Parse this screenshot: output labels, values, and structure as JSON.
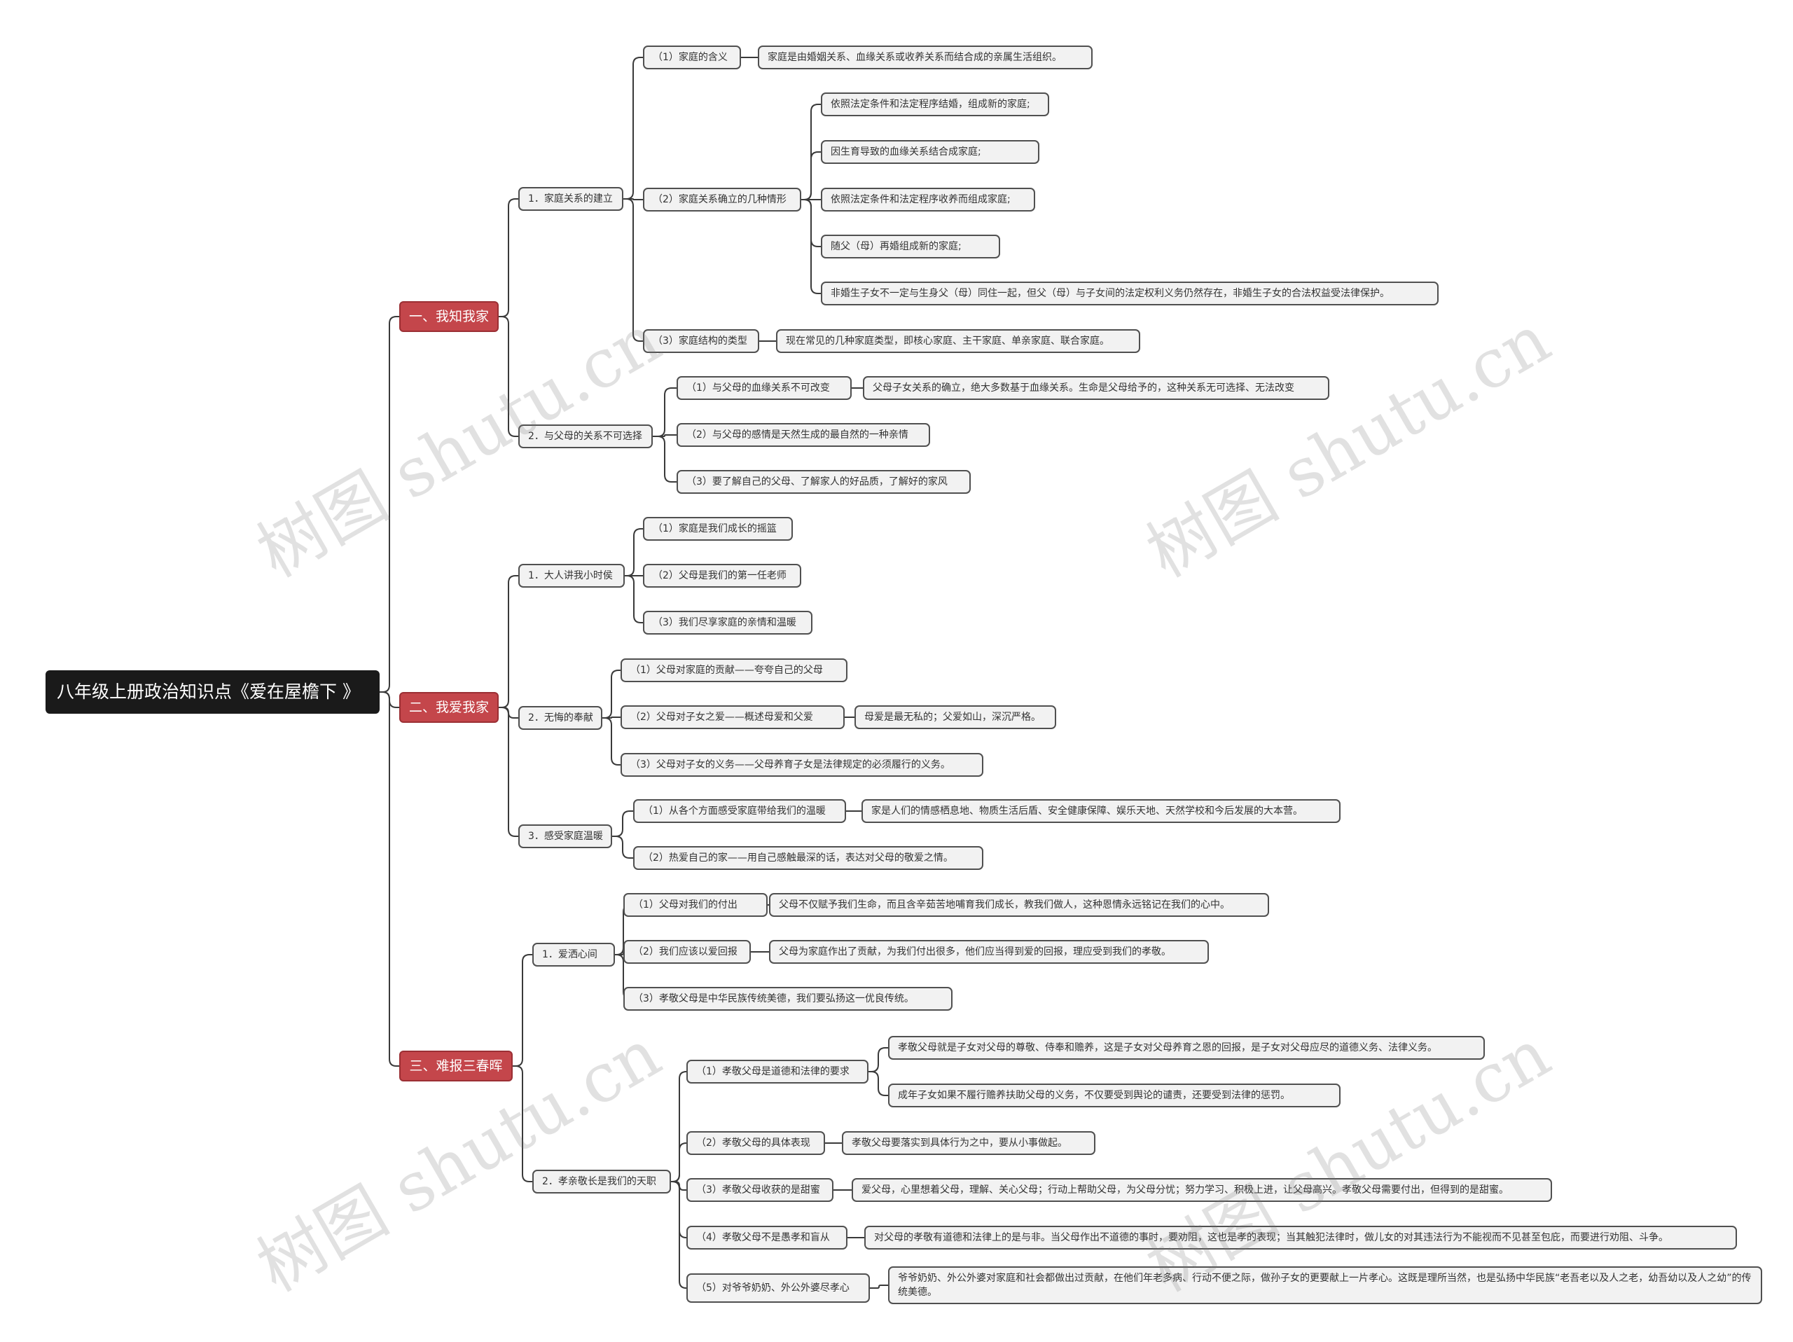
{
  "mindmap": {
    "root": "八年级上册政治知识点《爱在屋檐下 》",
    "sections": [
      {
        "label": "一、我知我家",
        "topics": [
          {
            "label": "1．家庭关系的建立",
            "items": [
              {
                "label": "（1）家庭的含义",
                "details": [
                  "家庭是由婚姻关系、血缘关系或收养关系而结合成的亲属生活组织。"
                ]
              },
              {
                "label": "（2）家庭关系确立的几种情形",
                "details": [
                  "依照法定条件和法定程序结婚，组成新的家庭;",
                  "因生育导致的血缘关系结合成家庭;",
                  "依照法定条件和法定程序收养而组成家庭;",
                  "随父（母）再婚组成新的家庭;",
                  "非婚生子女不一定与生身父（母）同住一起，但父（母）与子女间的法定权利义务仍然存在，非婚生子女的合法权益受法律保护。"
                ]
              },
              {
                "label": "（3）家庭结构的类型",
                "details": [
                  "现在常见的几种家庭类型，即核心家庭、主干家庭、单亲家庭、联合家庭。"
                ]
              }
            ]
          },
          {
            "label": "2．与父母的关系不可选择",
            "items": [
              {
                "label": "（1）与父母的血缘关系不可改变",
                "details": [
                  "父母子女关系的确立，绝大多数基于血缘关系。生命是父母给予的，这种关系无可选择、无法改变"
                ]
              },
              {
                "label": "（2）与父母的感情是天然生成的最自然的一种亲情",
                "details": []
              },
              {
                "label": "（3）要了解自己的父母、了解家人的好品质，了解好的家风",
                "details": []
              }
            ]
          }
        ]
      },
      {
        "label": "二、我爱我家",
        "topics": [
          {
            "label": "1．大人讲我小时侯",
            "items": [
              {
                "label": "（1）家庭是我们成长的摇篮",
                "details": []
              },
              {
                "label": "（2）父母是我们的第一任老师",
                "details": []
              },
              {
                "label": "（3）我们尽享家庭的亲情和温暖",
                "details": []
              }
            ]
          },
          {
            "label": "2．无悔的奉献",
            "items": [
              {
                "label": "（1）父母对家庭的贡献——夸夸自己的父母",
                "details": []
              },
              {
                "label": "（2）父母对子女之爱——概述母爱和父爱",
                "details": [
                  "母爱是最无私的；父爱如山，深沉严格。"
                ]
              },
              {
                "label": "（3）父母对子女的义务——父母养育子女是法律规定的必须履行的义务。",
                "details": []
              }
            ]
          },
          {
            "label": "3．感受家庭温暖",
            "items": [
              {
                "label": "（1）从各个方面感受家庭带给我们的温暖",
                "details": [
                  "家是人们的情感栖息地、物质生活后盾、安全健康保障、娱乐天地、天然学校和今后发展的大本营。"
                ]
              },
              {
                "label": "（2）热爱自己的家——用自己感触最深的话，表达对父母的敬爱之情。",
                "details": []
              }
            ]
          }
        ]
      },
      {
        "label": "三、难报三春晖",
        "topics": [
          {
            "label": "1．爱洒心间",
            "items": [
              {
                "label": "（1）父母对我们的付出",
                "details": [
                  "父母不仅赋予我们生命，而且含辛茹苦地哺育我们成长，教我们做人，这种恩情永远铭记在我们的心中。"
                ]
              },
              {
                "label": "（2）我们应该以爱回报",
                "details": [
                  "父母为家庭作出了贡献，为我们付出很多，他们应当得到爱的回报，理应受到我们的孝敬。"
                ]
              },
              {
                "label": "（3）孝敬父母是中华民族传统美德，我们要弘扬这一优良传统。",
                "details": []
              }
            ]
          },
          {
            "label": "2．孝亲敬长是我们的天职",
            "items": [
              {
                "label": "（1）孝敬父母是道德和法律的要求",
                "details": [
                  "孝敬父母就是子女对父母的尊敬、侍奉和赡养，这是子女对父母养育之恩的回报，是子女对父母应尽的道德义务、法律义务。",
                  "成年子女如果不履行赡养扶助父母的义务，不仅要受到舆论的谴责，还要受到法律的惩罚。"
                ]
              },
              {
                "label": "（2）孝敬父母的具体表现",
                "details": [
                  "孝敬父母要落实到具体行为之中，要从小事做起。"
                ]
              },
              {
                "label": "（3）孝敬父母收获的是甜蜜",
                "details": [
                  "爱父母，心里想着父母，理解、关心父母；行动上帮助父母，为父母分忧；努力学习、积极上进，让父母高兴。孝敬父母需要付出，但得到的是甜蜜。"
                ]
              },
              {
                "label": "（4）孝敬父母不是愚孝和盲从",
                "details": [
                  "对父母的孝敬有道德和法律上的是与非。当父母作出不道德的事时，要劝阻，这也是孝的表现；当其触犯法律时，做儿女的对其违法行为不能视而不见甚至包庇，而要进行劝阻、斗争。"
                ]
              },
              {
                "label": "（5）对爷爷奶奶、外公外婆尽孝心",
                "details": [
                  "爷爷奶奶、外公外婆对家庭和社会都做出过贡献，在他们年老多病、行动不便之际，做孙子女的更要献上一片孝心。这既是理所当然，也是弘扬中华民族“老吾老以及人之老，幼吾幼以及人之幼”的传统美德。"
                ]
              }
            ]
          }
        ]
      }
    ]
  },
  "watermark": "树图 shutu.cn",
  "colors": {
    "root_bg": "#1a1a1a",
    "section_bg": "#c4464b",
    "node_bg": "#f2f2f2",
    "node_border": "#505050",
    "line": "#3a3a3a"
  }
}
